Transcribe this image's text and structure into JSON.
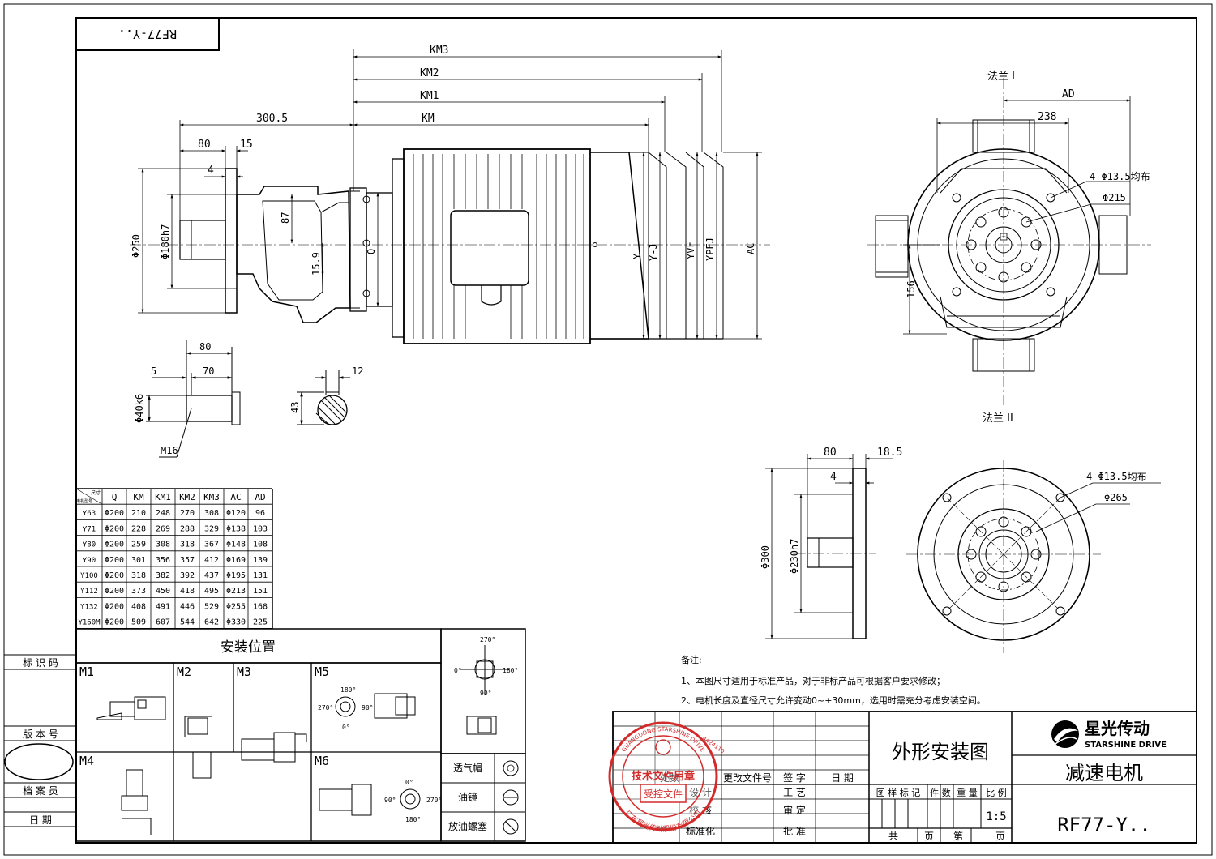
{
  "title_box": "RF77-Y..",
  "dims": {
    "km3": "KM3",
    "km2": "KM2",
    "km1": "KM1",
    "km": "KM",
    "d300_5": "300.5",
    "d80": "80",
    "d15": "15",
    "d4": "4",
    "d250": "Φ250",
    "d180h7": "Φ180h7",
    "d87": "87",
    "d15_9": "15.9",
    "q": "Q",
    "y": "Y",
    "y_j": "Y-J",
    "yvf": "YVF",
    "ypej": "YPEJ",
    "ac": "AC",
    "shaft_80": "80",
    "shaft_5": "5",
    "shaft_70": "70",
    "shaft_d40k6": "Φ40k6",
    "shaft_m16": "M16",
    "key_12": "12",
    "key_43": "43"
  },
  "flange1": {
    "title": "法兰 I",
    "ad": "AD",
    "d238": "238",
    "holes": "4-Φ13.5均布",
    "d215": "Φ215",
    "d156": "156"
  },
  "flange2": {
    "title": "法兰 II",
    "d80": "80",
    "d18_5": "18.5",
    "d4": "4",
    "d300": "Φ300",
    "d230h7": "Φ230h7",
    "holes": "4-Φ13.5均布",
    "d265": "Φ265"
  },
  "table": {
    "corner_top": "尺寸",
    "corner_bottom": "电机型号",
    "headers": [
      "Q",
      "KM",
      "KM1",
      "KM2",
      "KM3",
      "AC",
      "AD"
    ],
    "rows": [
      [
        "Y63",
        "Φ200",
        "210",
        "248",
        "270",
        "308",
        "Φ120",
        "96"
      ],
      [
        "Y71",
        "Φ200",
        "228",
        "269",
        "288",
        "329",
        "Φ138",
        "103"
      ],
      [
        "Y80",
        "Φ200",
        "259",
        "308",
        "318",
        "367",
        "Φ148",
        "108"
      ],
      [
        "Y90",
        "Φ200",
        "301",
        "356",
        "357",
        "412",
        "Φ169",
        "139"
      ],
      [
        "Y100",
        "Φ200",
        "318",
        "382",
        "392",
        "437",
        "Φ195",
        "131"
      ],
      [
        "Y112",
        "Φ200",
        "373",
        "450",
        "418",
        "495",
        "Φ213",
        "151"
      ],
      [
        "Y132",
        "Φ200",
        "408",
        "491",
        "446",
        "529",
        "Φ255",
        "168"
      ],
      [
        "Y160M",
        "Φ200",
        "509",
        "607",
        "544",
        "642",
        "Φ330",
        "225"
      ]
    ]
  },
  "mounting": {
    "title": "安装位置",
    "positions": [
      "M1",
      "M2",
      "M3",
      "M5",
      "M4",
      "M6"
    ],
    "angles": [
      "270°",
      "0°",
      "180°",
      "90°"
    ],
    "m5_angles": [
      "180°",
      "270°",
      "90°",
      "0°"
    ],
    "m6_angles": [
      "0°",
      "90°",
      "270°",
      "180°"
    ],
    "legend": [
      {
        "label": "透气帽",
        "icon": "vent-cap-icon"
      },
      {
        "label": "油镜",
        "icon": "oil-sight-glass-icon"
      },
      {
        "label": "放油螺塞",
        "icon": "drain-plug-icon"
      }
    ]
  },
  "notes": {
    "title": "备注:",
    "lines": [
      "1、本图尺寸适用于标准产品，对于非标产品可根据客户要求修改；",
      "2、电机长度及直径尺寸允许变动0~+30mm，选用时需充分考虑安装空间。"
    ]
  },
  "left_strip": [
    "标 识 码",
    "版 本 号",
    "档 案 员",
    "日    期"
  ],
  "title_block": {
    "drawing_name": "外形安装图",
    "logo_cn": "星光传动",
    "logo_en": "STARSHINE DRIVE",
    "product": "减速电机",
    "model": "RF77-Y..",
    "scale": "1:5",
    "cols": [
      "处数",
      "更改文件号",
      "签  字",
      "日  期"
    ],
    "roles_left": [
      "设 计",
      "校 核",
      "标准化"
    ],
    "roles_right": [
      "工 艺",
      "审 定",
      "批 准"
    ],
    "meta_headers": [
      "图 样 标 记",
      "件 数",
      "重 量",
      "比 例"
    ],
    "pages": [
      "共",
      "页",
      "第",
      "页"
    ]
  },
  "stamp": {
    "line1": "技术文件用章",
    "line2": "受控文件",
    "ring_top": "GUANGDONG STARSHINE DRIVE",
    "ring_bottom": "广东星光传动股份有限公司",
    "ring_serial": "4424110"
  }
}
